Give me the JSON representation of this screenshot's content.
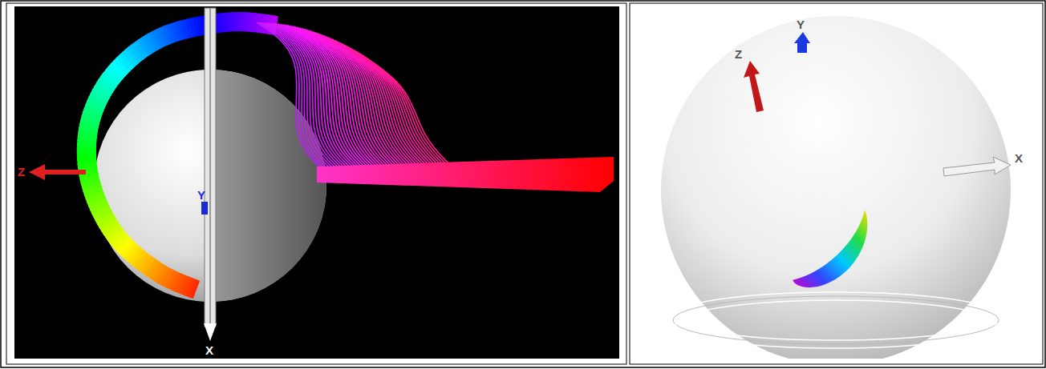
{
  "diagram": {
    "labels": [
      "Z",
      "Y",
      "X",
      "Z",
      "Y",
      "X"
    ]
  }
}
